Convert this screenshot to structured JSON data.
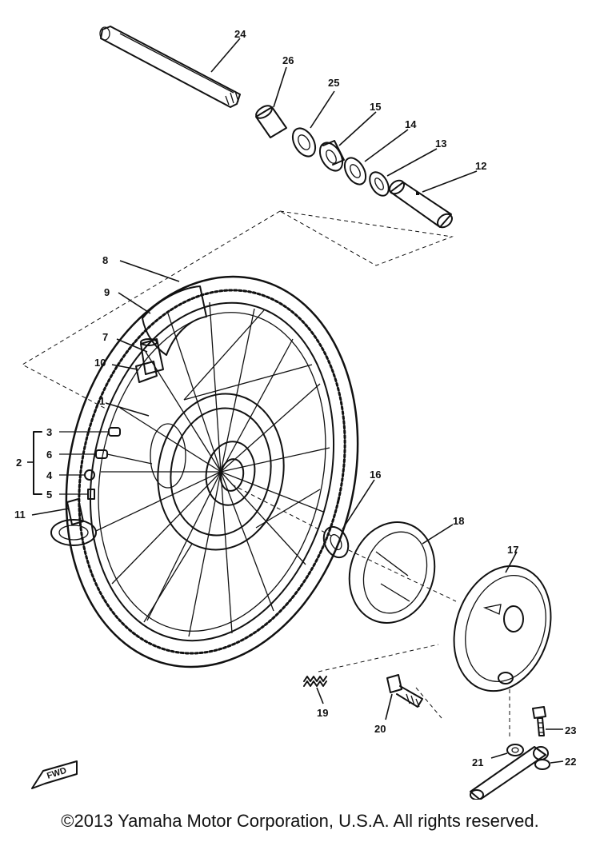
{
  "diagram": {
    "copyright": "©2013 Yamaha Motor Corporation, U.S.A. All rights reserved.",
    "direction_mark": "FWD",
    "parts": [
      {
        "id": "p24",
        "label": "24",
        "part": "axle"
      },
      {
        "id": "p26",
        "label": "26",
        "part": "spacer"
      },
      {
        "id": "p25",
        "label": "25",
        "part": "oil-seal"
      },
      {
        "id": "p15",
        "label": "15",
        "part": "bearing"
      },
      {
        "id": "p14",
        "label": "14",
        "part": "bearing-spacer"
      },
      {
        "id": "p13",
        "label": "13",
        "part": "oil-seal"
      },
      {
        "id": "p12",
        "label": "12",
        "part": "collar"
      },
      {
        "id": "p8",
        "label": "8",
        "part": "tire"
      },
      {
        "id": "p9",
        "label": "9",
        "part": "tube"
      },
      {
        "id": "p7",
        "label": "7",
        "part": "rim-band"
      },
      {
        "id": "p10",
        "label": "10",
        "part": "valve"
      },
      {
        "id": "p1",
        "label": "1",
        "part": "hub"
      },
      {
        "id": "p2",
        "label": "2",
        "part": "spoke-set"
      },
      {
        "id": "p3",
        "label": "3",
        "part": "spoke"
      },
      {
        "id": "p6",
        "label": "6",
        "part": "spoke"
      },
      {
        "id": "p4",
        "label": "4",
        "part": "spoke"
      },
      {
        "id": "p5",
        "label": "5",
        "part": "spoke"
      },
      {
        "id": "p11",
        "label": "11",
        "part": "rim-lock"
      },
      {
        "id": "p16",
        "label": "16",
        "part": "bearing"
      },
      {
        "id": "p18",
        "label": "18",
        "part": "brake-shoe"
      },
      {
        "id": "p17",
        "label": "17",
        "part": "brake-plate"
      },
      {
        "id": "p19",
        "label": "19",
        "part": "spring"
      },
      {
        "id": "p20",
        "label": "20",
        "part": "camshaft"
      },
      {
        "id": "p23",
        "label": "23",
        "part": "bolt"
      },
      {
        "id": "p21",
        "label": "21",
        "part": "washer"
      },
      {
        "id": "p22",
        "label": "22",
        "part": "nut"
      }
    ]
  }
}
